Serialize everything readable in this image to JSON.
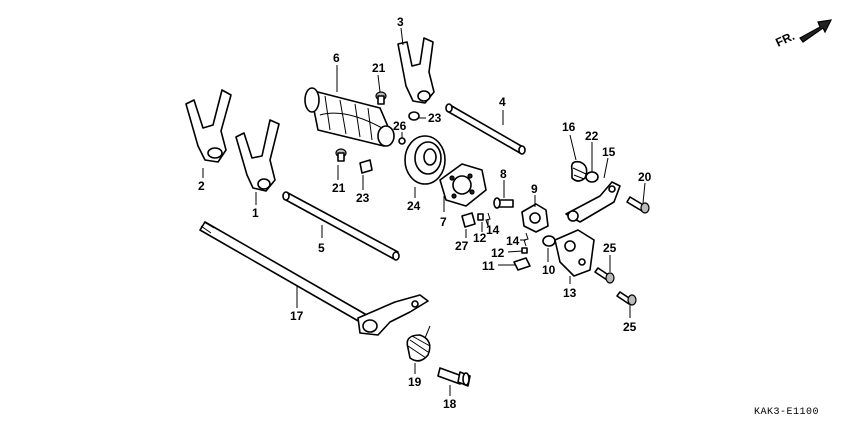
{
  "diagram_code": "KAK3-E1100",
  "direction_label": "FR.",
  "callouts": {
    "c1": "1",
    "c2": "2",
    "c3": "3",
    "c4": "4",
    "c5": "5",
    "c6": "6",
    "c7": "7",
    "c8": "8",
    "c9": "9",
    "c10": "10",
    "c11": "11",
    "c12a": "12",
    "c12b": "12",
    "c13": "13",
    "c14a": "14",
    "c14b": "14",
    "c15": "15",
    "c16": "16",
    "c17": "17",
    "c18": "18",
    "c19": "19",
    "c20": "20",
    "c21a": "21",
    "c21b": "21",
    "c22": "22",
    "c23a": "23",
    "c23b": "23",
    "c24": "24",
    "c25a": "25",
    "c25b": "25",
    "c26": "26",
    "c27": "27"
  }
}
